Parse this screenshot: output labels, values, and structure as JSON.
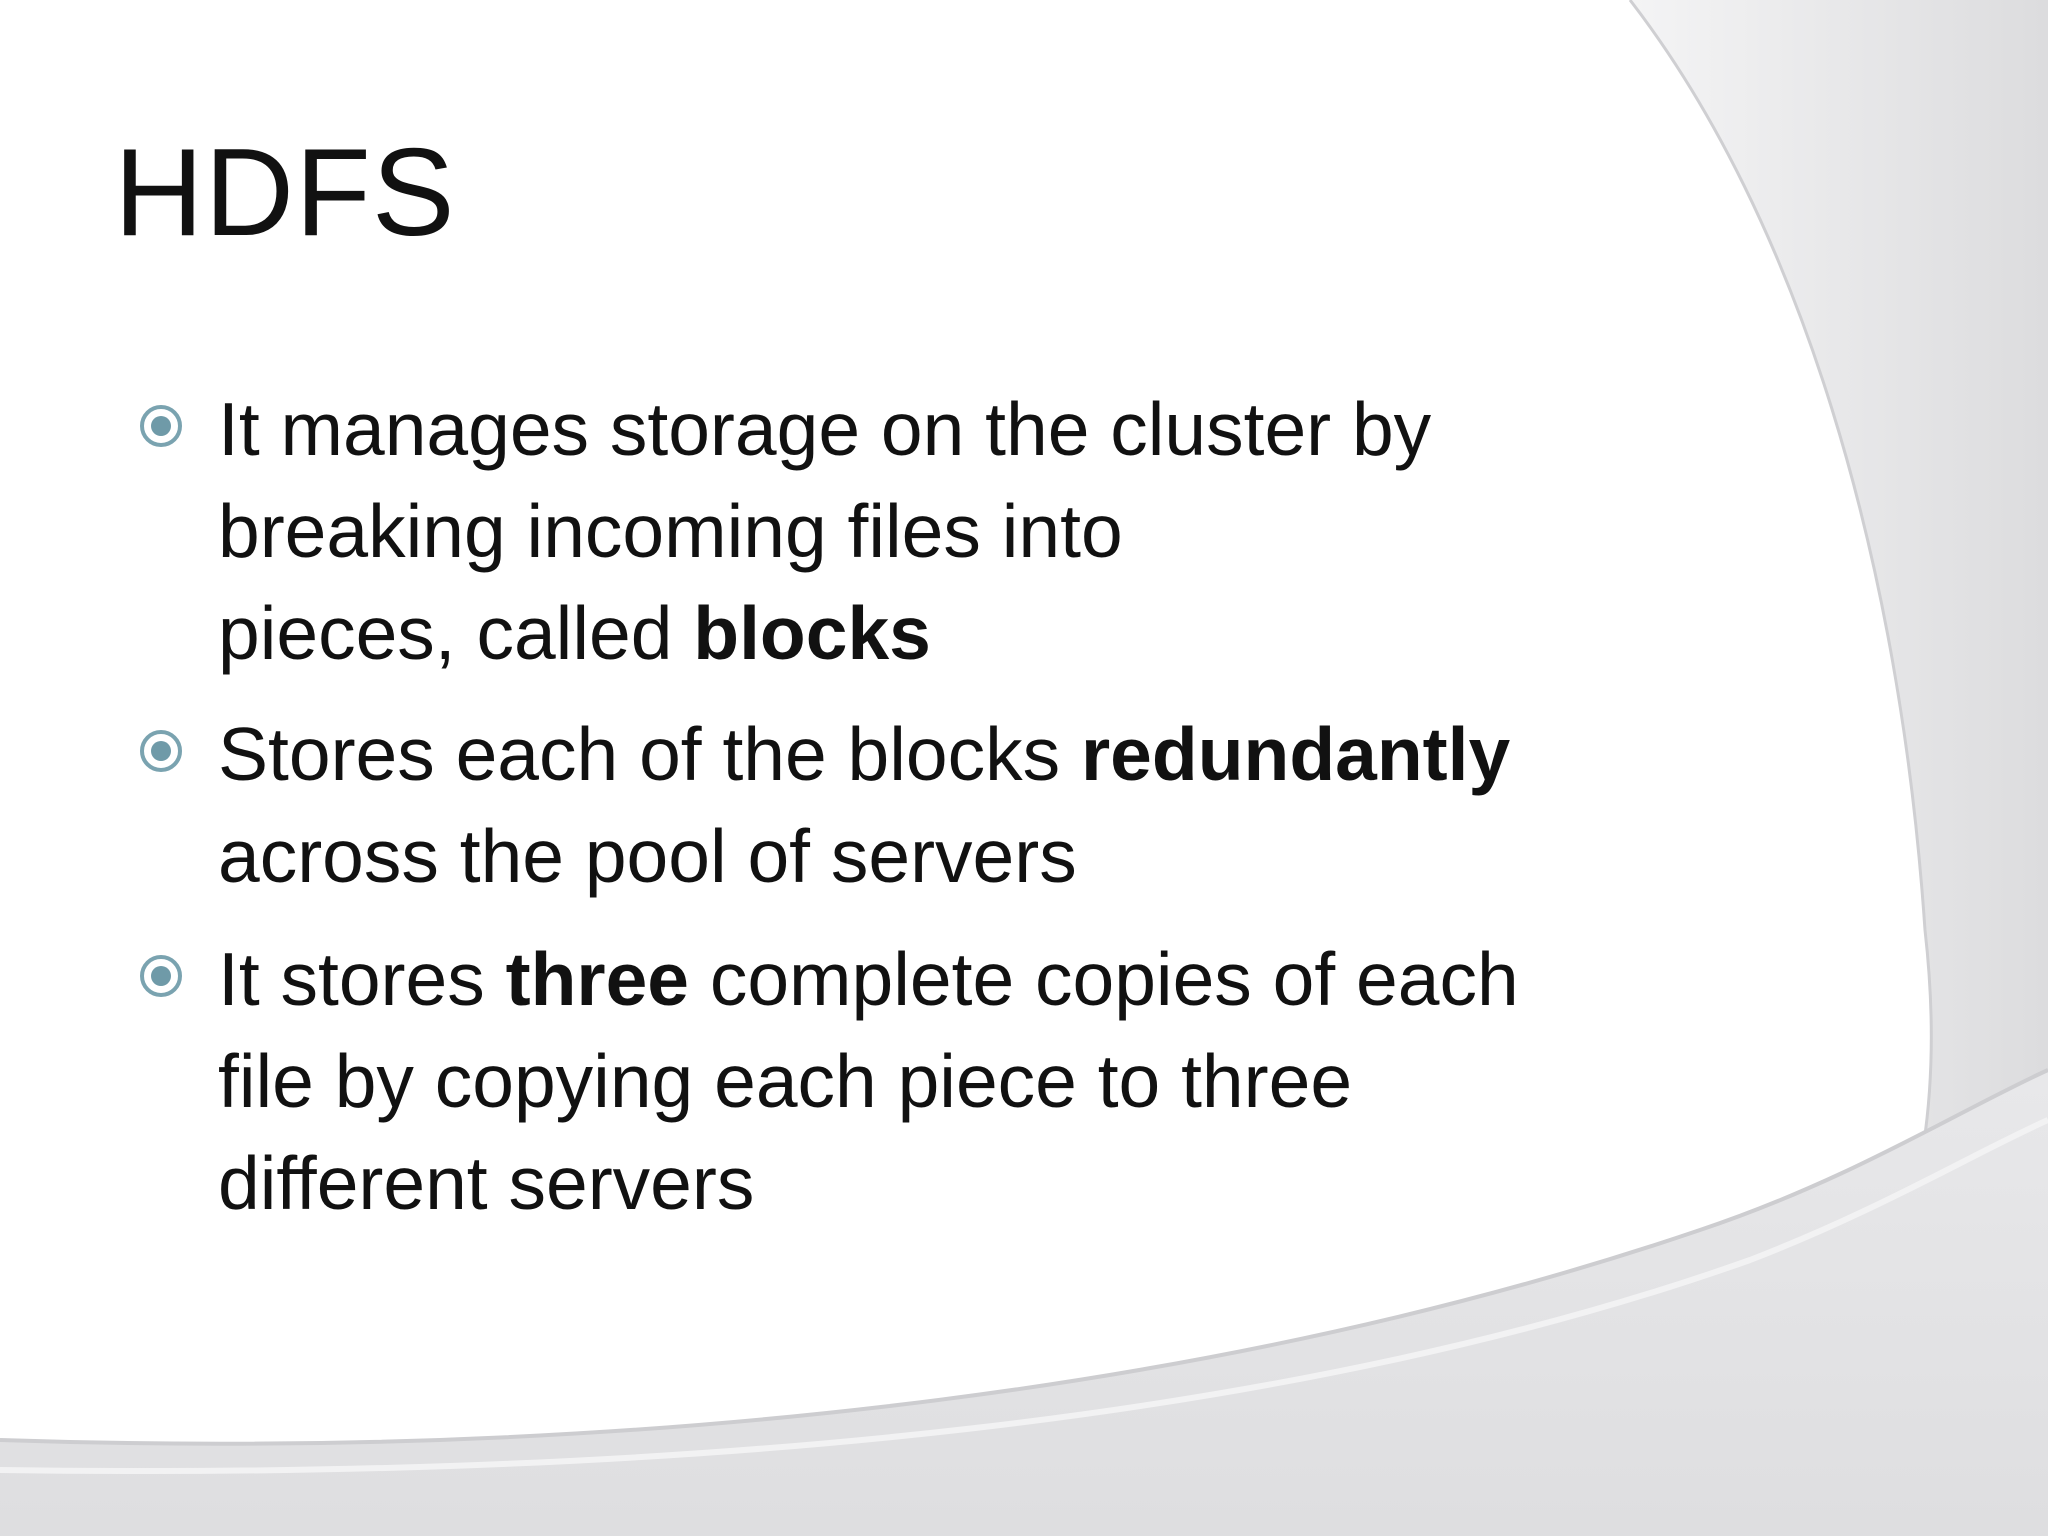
{
  "slide": {
    "title": "HDFS",
    "bullets": [
      {
        "lines": [
          [
            {
              "text": "It manages storage on the cluster by",
              "bold": false
            }
          ],
          [
            {
              "text": "breaking incoming files into",
              "bold": false
            }
          ],
          [
            {
              "text": "pieces, called ",
              "bold": false
            },
            {
              "text": "blocks",
              "bold": true
            }
          ]
        ]
      },
      {
        "lines": [
          [
            {
              "text": "Stores each of the blocks ",
              "bold": false
            },
            {
              "text": "redundantly",
              "bold": true
            }
          ],
          [
            {
              "text": "across the pool of servers",
              "bold": false
            }
          ]
        ]
      },
      {
        "lines": [
          [
            {
              "text": "It stores ",
              "bold": false
            },
            {
              "text": "three",
              "bold": true
            },
            {
              "text": " complete copies of each",
              "bold": false
            }
          ],
          [
            {
              "text": "file by copying each piece to three",
              "bold": false
            }
          ],
          [
            {
              "text": "different servers",
              "bold": false
            }
          ]
        ]
      }
    ]
  },
  "colors": {
    "text": "#111111",
    "bullet_ring": "#7aa3b0",
    "bullet_dot": "#6f9aa8",
    "swoosh": "#e3e3e5"
  },
  "icons": {
    "bullet": "target-circle-icon"
  }
}
